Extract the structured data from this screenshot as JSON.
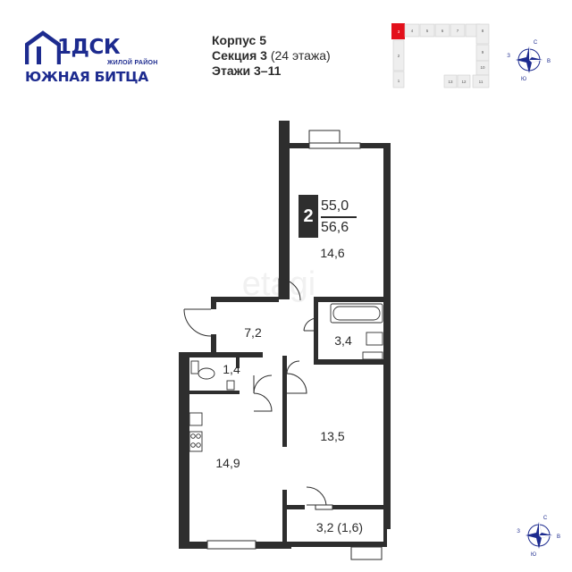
{
  "brand": {
    "logo_mark": "1ДСК",
    "tagline": "ЖИЛОЙ РАЙОН",
    "district": "ЮЖНАЯ БИТЦА",
    "brand_color": "#1d2b8f"
  },
  "info": {
    "building": "Корпус 5",
    "section_label": "Секция 3",
    "section_floors": "(24 этажа)",
    "floors": "Этажи 3–11"
  },
  "apartment": {
    "rooms": "2",
    "living_area": "55,0",
    "total_area": "56,6"
  },
  "rooms": {
    "living_room": "14,6",
    "hall": "7,2",
    "bathroom": "3,4",
    "toilet": "1,4",
    "kitchen": "14,9",
    "bedroom": "13,5",
    "balcony": "3,2 (1,6)"
  },
  "key_plan": {
    "sections": [
      "3",
      "4",
      "5",
      "6",
      "7",
      "8",
      "2",
      "9",
      "10",
      "1",
      "13",
      "12",
      "11"
    ],
    "highlighted_section": "3",
    "highlight_color": "#e3101b"
  },
  "compass": {
    "north": "С",
    "south": "Ю",
    "west": "З",
    "east": "В",
    "color": "#1d2b8f"
  },
  "watermark": "etagi"
}
